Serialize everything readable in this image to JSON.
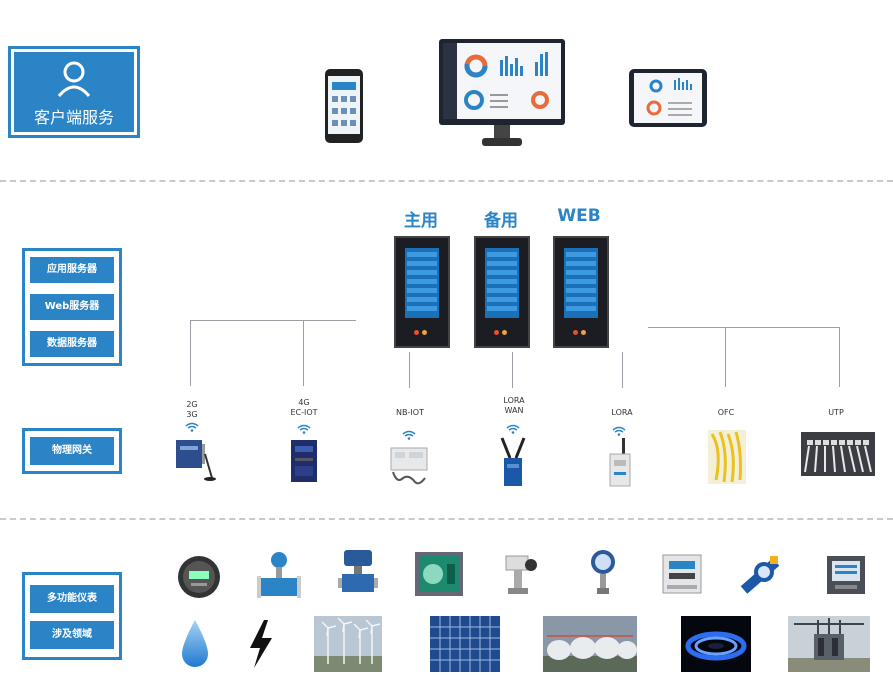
{
  "client": {
    "title": "客户端服务"
  },
  "servers": {
    "labels": [
      "主用",
      "备用",
      "WEB"
    ]
  },
  "server_roles": [
    "应用服务器",
    "Web服务器",
    "数据服务器"
  ],
  "gateway_section": {
    "title": "物理网关"
  },
  "gateways": [
    {
      "line1": "2G",
      "line2": "3G"
    },
    {
      "line1": "4G",
      "line2": "EC-IOT"
    },
    {
      "line1": "NB-IOT",
      "line2": ""
    },
    {
      "line1": "LORA",
      "line2": "WAN"
    },
    {
      "line1": "LORA",
      "line2": ""
    },
    {
      "line1": "OFC",
      "line2": ""
    },
    {
      "line1": "UTP",
      "line2": ""
    }
  ],
  "device_section": {
    "labels": [
      "多功能仪表",
      "涉及领域"
    ]
  },
  "colors": {
    "accent": "#2a84c6",
    "divider": "#c9c9c9",
    "server_body": "#1b1d22",
    "server_panel": "#1c70b8"
  },
  "icons": {
    "client": "user-icon",
    "devices": [
      "smartphone-icon",
      "desktop-monitor-icon",
      "tablet-icon"
    ],
    "meters": [
      "round-meter-icon",
      "flowmeter-icon",
      "pressure-transmitter-icon",
      "green-meter-icon",
      "sensor-icon",
      "pressure-gauge-icon",
      "gas-meter-icon",
      "water-meter-icon",
      "panel-meter-icon"
    ],
    "domains": [
      "water-drop-icon",
      "lightning-icon",
      "wind-turbine-icon",
      "solar-panel-icon",
      "gas-tank-icon",
      "gas-flame-icon",
      "substation-icon"
    ]
  }
}
